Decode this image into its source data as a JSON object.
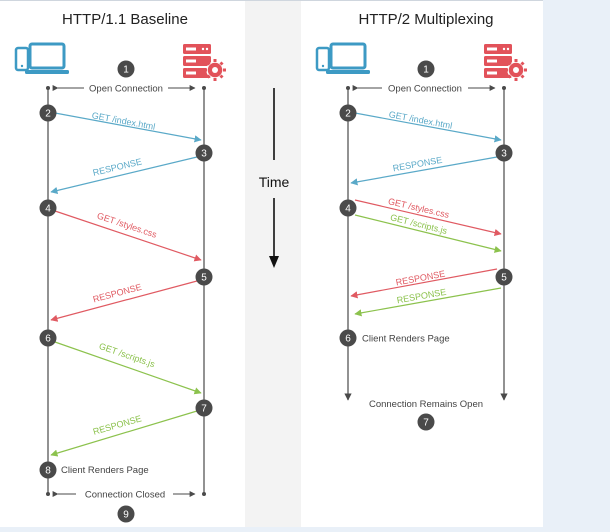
{
  "left": {
    "title": "HTTP/1.1 Baseline",
    "open_connection": "Open Connection",
    "connection_closed": "Connection Closed",
    "steps": [
      "1",
      "2",
      "3",
      "4",
      "5",
      "6",
      "7",
      "8",
      "9"
    ],
    "messages": {
      "get_index": "GET /index.html",
      "response_1": "RESPONSE",
      "get_styles": "GET /styles.css",
      "response_2": "RESPONSE",
      "get_scripts": "GET /scripts.js",
      "response_3": "RESPONSE"
    },
    "client_renders": "Client Renders Page"
  },
  "center": {
    "time_label": "Time"
  },
  "right": {
    "title": "HTTP/2 Multiplexing",
    "open_connection": "Open Connection",
    "connection_open": "Connection Remains Open",
    "steps": [
      "1",
      "2",
      "3",
      "4",
      "5",
      "6",
      "7"
    ],
    "messages": {
      "get_index": "GET /index.html",
      "response_1": "RESPONSE",
      "get_styles": "GET /styles.css",
      "get_scripts": "GET /scripts.js",
      "response_styles": "RESPONSE",
      "response_scripts": "RESPONSE"
    },
    "client_renders": "Client Renders Page"
  },
  "colors": {
    "blue": "#5aa9c8",
    "red": "#e05a62",
    "green": "#8cc24d",
    "dark": "#4a4a4a",
    "device": "#3d9ac4",
    "server": "#e2525a",
    "panel": "#ffffff",
    "center_band": "#f3f3f3"
  }
}
